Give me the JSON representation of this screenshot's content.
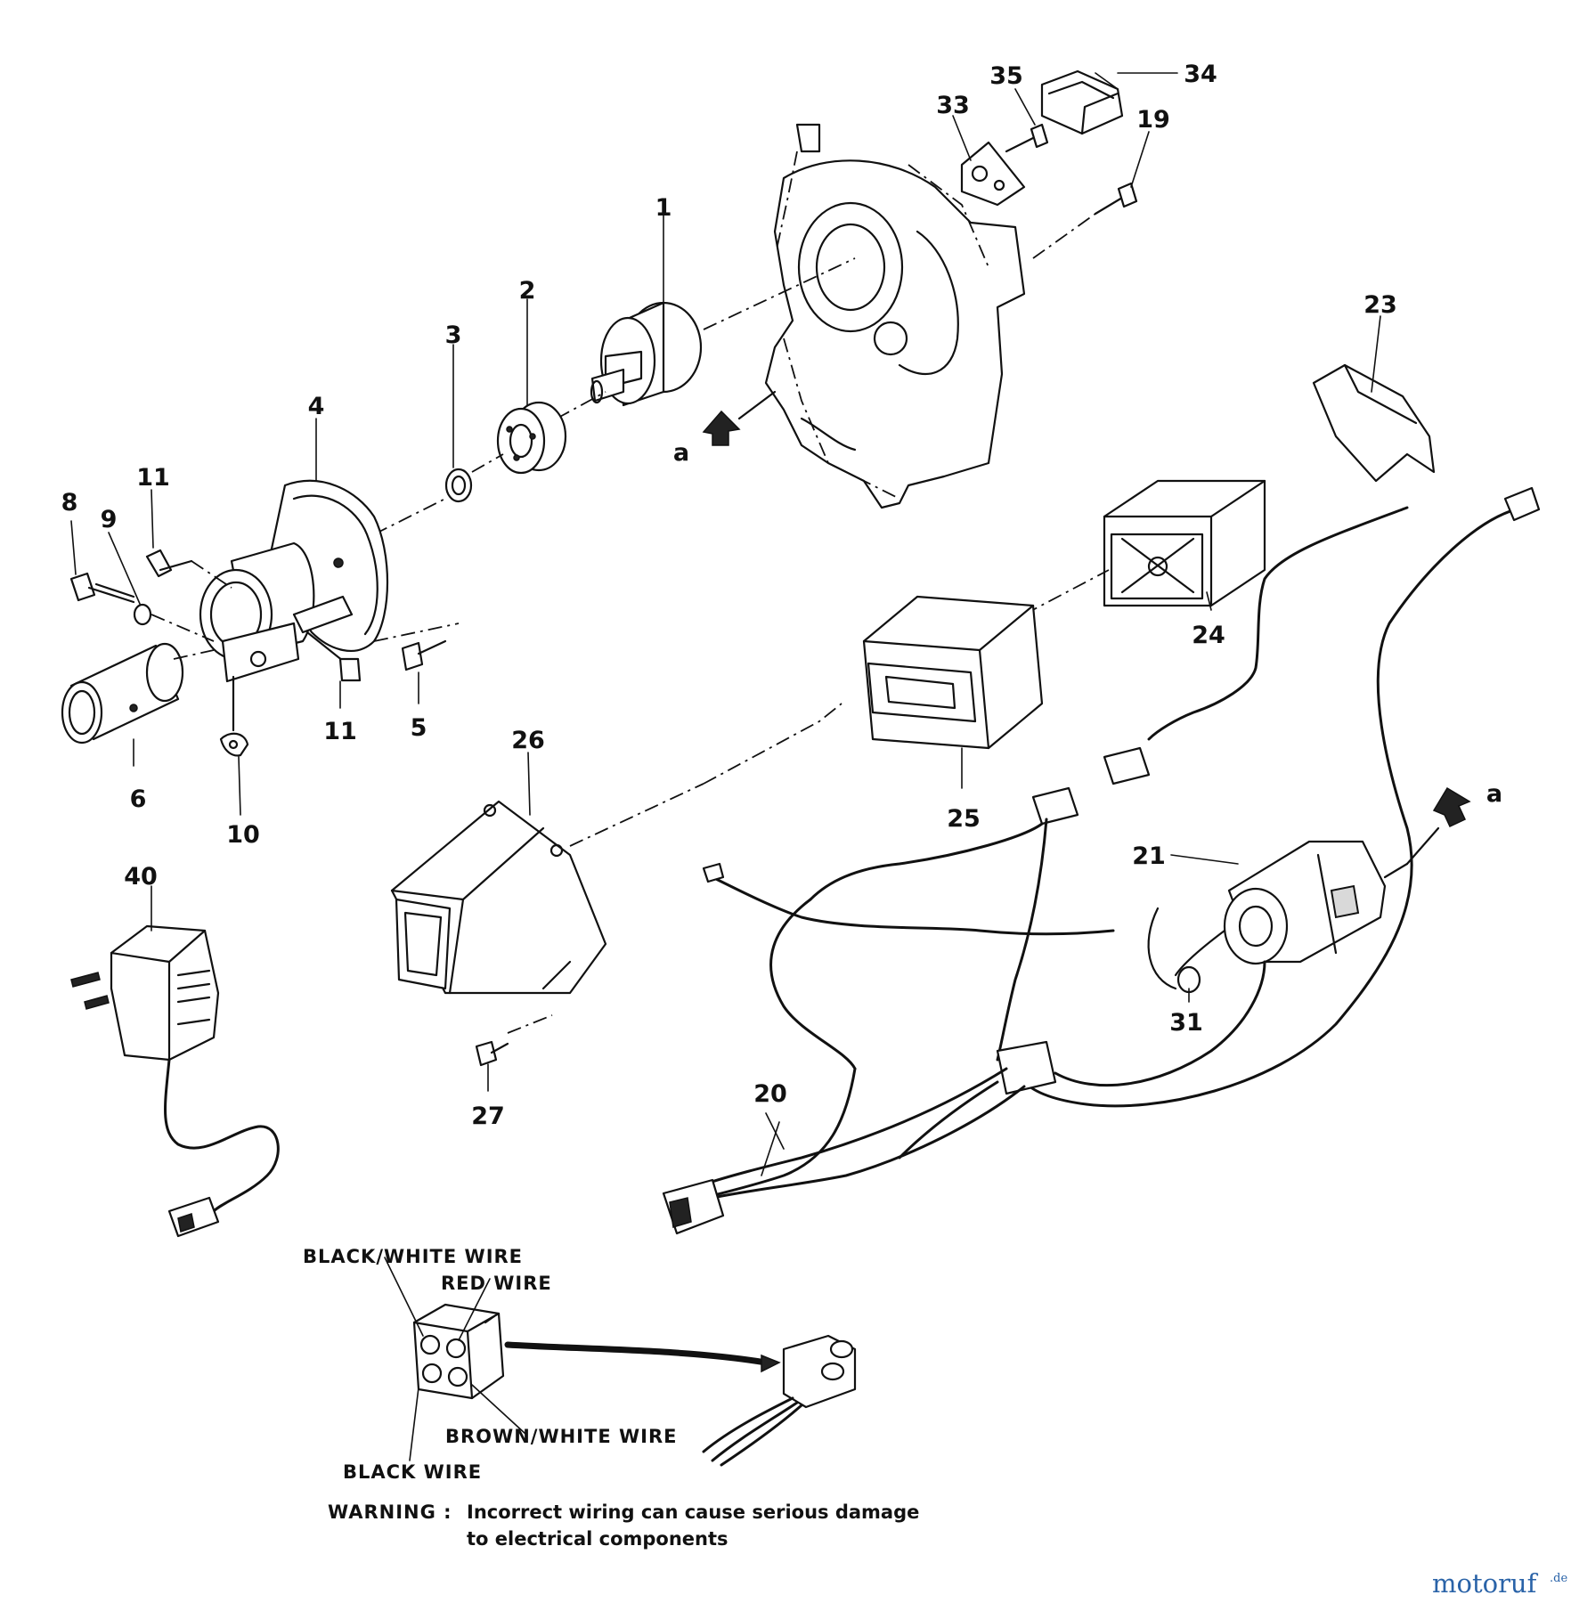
{
  "parts": {
    "p1": "1",
    "p2": "2",
    "p3": "3",
    "p4": "4",
    "p5": "5",
    "p6": "6",
    "p8": "8",
    "p9": "9",
    "p10": "10",
    "p11a": "11",
    "p11b": "11",
    "p19": "19",
    "p20": "20",
    "p21": "21",
    "p23": "23",
    "p24": "24",
    "p25": "25",
    "p26": "26",
    "p27": "27",
    "p31": "31",
    "p33": "33",
    "p34": "34",
    "p35": "35",
    "p40": "40"
  },
  "arrow_marks": {
    "left": "a",
    "right": "a"
  },
  "wiring": {
    "black_white": "BLACK/WHITE WIRE",
    "red": "RED WIRE",
    "brown_white": "BROWN/WHITE WIRE",
    "black": "BLACK WIRE"
  },
  "warning": {
    "label": "WARNING :",
    "line1": "Incorrect wiring can cause serious damage",
    "line2": "to electrical components"
  },
  "watermark": {
    "main": "motoruf",
    "sub": ".de"
  }
}
